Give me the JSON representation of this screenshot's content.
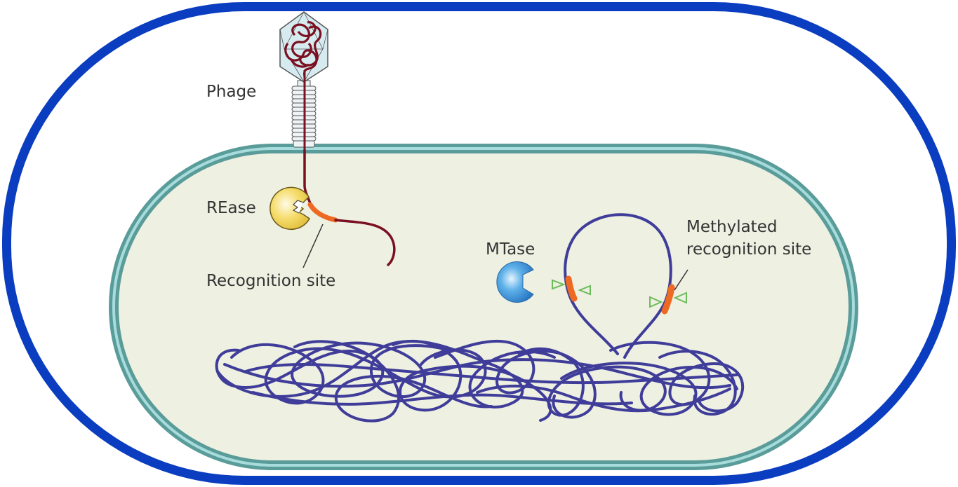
{
  "diagram": {
    "title": "Restriction-modification system",
    "labels": {
      "phage": "Phage",
      "rease": "REase",
      "recognition_site": "Recognition site",
      "mtase": "MTase",
      "methylated_line1": "Methylated",
      "methylated_line2": "recognition site"
    },
    "colors": {
      "frame_border": "#0a3dbf",
      "cell_membrane": "#5a9c99",
      "cell_membrane_highlight": "#a7dcdc",
      "cytoplasm": "#eef0e2",
      "phage_dna": "#7a1020",
      "host_dna": "#3f3d99",
      "recognition_site": "#ee6a22",
      "rease": "#f2d860",
      "mtase": "#3d96d8",
      "methyl_mark": "#6cbb5a",
      "text": "#333333"
    }
  }
}
